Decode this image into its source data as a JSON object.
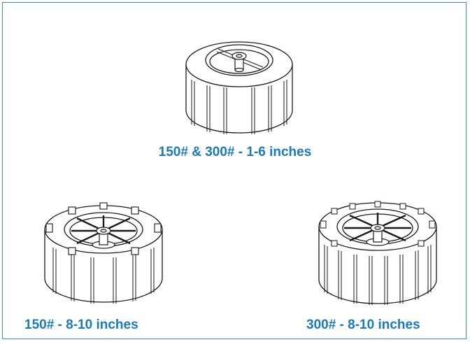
{
  "captions": {
    "top": "150# & 300# - 1-6 inches",
    "bottom_left": "150# - 8-10 inches",
    "bottom_right": "300# - 8-10 inches"
  },
  "colors": {
    "caption": "#1a7abf",
    "frame_border": "#3a8cc8",
    "line": "#1a1a1a"
  },
  "icons": {
    "top": "wafer-check-valve-small-icon",
    "bottom_left": "wafer-check-valve-150-large-icon",
    "bottom_right": "wafer-check-valve-300-large-icon"
  }
}
